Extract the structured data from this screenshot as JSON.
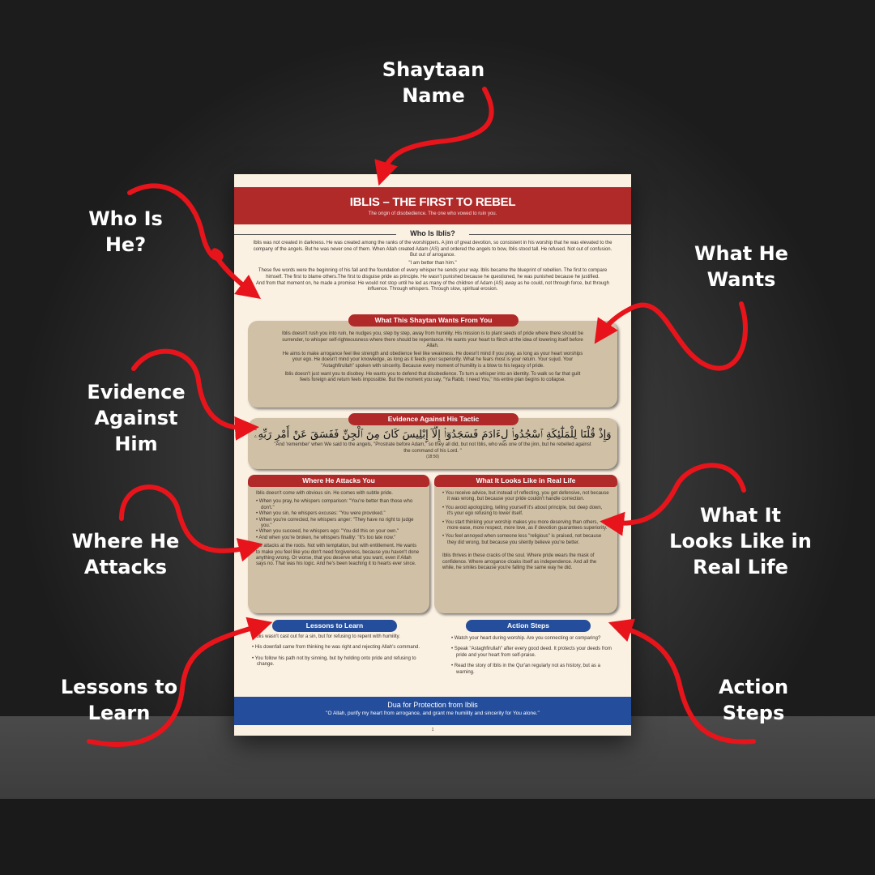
{
  "annotations": {
    "shaytaan_name": "Shaytaan\nName",
    "who_is_he": "Who Is\nHe?",
    "what_he_wants": "What He\nWants",
    "evidence": "Evidence\nAgainst\nHim",
    "where_he_attacks": "Where He\nAttacks",
    "real_life": "What It\nLooks Like in\nReal Life",
    "lessons": "Lessons to\nLearn",
    "action": "Action\nSteps"
  },
  "colors": {
    "annotation_arrow": "#e8141b",
    "header_red": "#b02a2a",
    "accent_blue": "#244d9b",
    "box_beige": "#cfc0a6",
    "paper": "#fbf1e3"
  },
  "poster": {
    "title": "IBLIS – THE FIRST TO REBEL",
    "subtitle": "The origin of disobedience. The one who vowed to ruin you.",
    "who": {
      "heading": "Who Is Iblis?",
      "paragraphs": [
        "Iblis was not created in darkness. He was created among the ranks of the worshippers. A jinn of great devotion, so consistent in his worship that he was elevated to the company of the angels. But he was never one of them. When Allah created Adam (AS) and ordered the angels to bow, Iblis stood tall. He refused. Not out of confusion. But out of arrogance.",
        "\"I am better than him.\"",
        "These five words were the beginning of his fall and the foundation of every whisper he sends your way. Iblis became the blueprint of rebellion. The first to compare himself. The first to blame others.The first to disguise pride as principle. He wasn't punished because he questioned, he was punished because he justified.",
        "And from that moment on, he made a promise: He would not stop until he led as many of the children of Adam (AS) away as he could, not through force, but through influence. Through whispers. Through slow, spiritual erosion."
      ]
    },
    "wants": {
      "heading": "What This Shaytan Wants From You",
      "paragraphs": [
        "Iblis doesn't rush you into ruin, he nudges you, step by step, away from humility. His mission is to plant seeds of pride where there should be surrender, to whisper self-righteousness where there should be repentance. He wants your heart to flinch at the idea of lowering itself before Allah.",
        "He aims to make arrogance feel like strength and obedience feel like weakness. He doesn't mind if you pray, as long as your heart worships your ego. He doesn't mind your knowledge, as long as it feeds your superiority. What he fears most is your return. Your sujud. Your \"Astaghfirullah\" spoken with sincerity. Because every moment of humility is a blow to his legacy of pride.",
        "Iblis doesn't just want you to disobey. He wants you to defend that disobedience. To turn a whisper into an identity. To walk so far that guilt feels foreign and return feels impossible. But the moment you say, \"Ya Rabb, I need You,\" his entire plan begins to collapse."
      ]
    },
    "evidence": {
      "heading": "Evidence Against His Tactic",
      "arabic": "وَإِذْ قُلْنَا لِلْمَلَٰٓئِكَةِ ٱسْجُدُوا۟ لِءَادَمَ فَسَجَدُوٓا۟ إِلَّآ إِبْلِيسَ كَانَ مِنَ ٱلْجِنِّ فَفَسَقَ عَنْ أَمْرِ رَبِّهِۦٓ",
      "translation": "\"And 'remember' when We said to the angels, \"Prostrate before Adam,\" so they all did, but not Iblis, who was one of the jinn, but he rebelled against the command of his Lord. \"",
      "reference": "(18:50)"
    },
    "attacks": {
      "heading": "Where He Attacks You",
      "intro": "Iblis doesn't come with obvious sin. He comes with subtle pride.",
      "items": [
        "When you pray, he whispers comparison: \"You're better than those who don't.\"",
        "When you sin, he whispers excuses: \"You were provoked.\"",
        "When you're corrected, he whispers anger: \"They have no right to judge you.\"",
        "When you succeed, he whispers ego: \"You did this on your own.\"",
        "And when you're broken, he whispers finality: \"It's too late now.\""
      ],
      "outro": "He attacks at the roots. Not with temptation, but with entitlement. He wants to make you feel like you don't need forgiveness, because you haven't done anything wrong. Or worse, that you deserve what you want, even if Allah says no. That was his logic. And he's been teaching it to hearts ever since."
    },
    "real_life": {
      "heading": "What It Looks Like in Real Life",
      "items": [
        "You receive advice, but instead of reflecting, you get defensive, not because it was wrong, but because your pride couldn't handle correction.",
        "You avoid apologizing, telling yourself it's about principle, but deep down, it's your ego refusing to lower itself.",
        "You start thinking your worship makes you more deserving than others,  more ease, more respect, more love, as if devotion guarantees superiority.",
        "You feel annoyed when someone less \"religious\" is praised,  not because they did wrong, but because you silently believe you're better."
      ],
      "outro": "Iblis thrives in these cracks of the soul. Where pride wears the mask of confidence. Where arrogance cloaks itself as independence. And all the while, he smiles because you're falling the same way he did."
    },
    "lessons": {
      "heading": "Lessons to Learn",
      "items": [
        "Iblis wasn't cast out for a sin, but for refusing to repent with humility.",
        "His downfall came from thinking he was right and rejecting Allah's command.",
        "You follow his path not by sinning, but by holding onto pride and refusing to change."
      ]
    },
    "action": {
      "heading": "Action Steps",
      "items": [
        "Watch your heart during worship. Are you connecting or comparing?",
        "Speak \"Astaghfirullah\" after every good deed. It protects your deeds from pride and your heart from self-praise.",
        "Read the story of Iblis in the Qur'an regularly  not as history, but as a warning."
      ]
    },
    "dua": {
      "heading": "Dua for Protection from Iblis",
      "text": "\"O Allah, purify my heart from arrogance, and grant me humility and sincerity for You alone.\""
    },
    "page_number": "1"
  }
}
